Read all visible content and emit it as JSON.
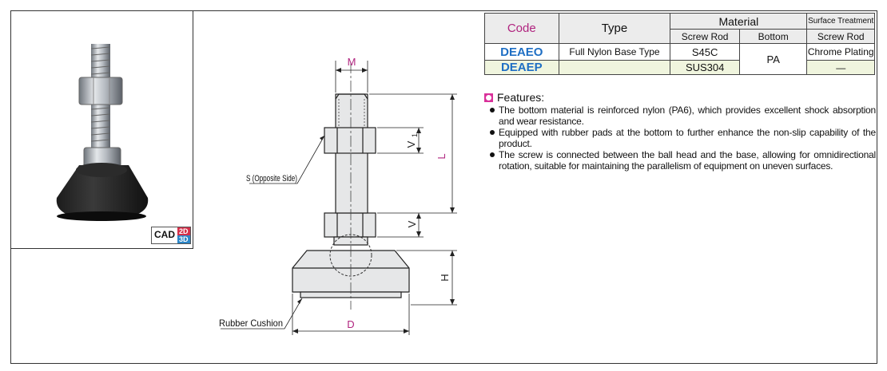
{
  "drawing_labels": {
    "m": "M",
    "v1": "V",
    "v1_sub": "1",
    "l": "L",
    "v": "V",
    "h": "H",
    "d": "D",
    "s_side": "S (Opposite Side)",
    "rubber": "Rubber Cushion"
  },
  "cad": {
    "label": "CAD",
    "d2": "2D",
    "d3": "3D"
  },
  "table": {
    "code_header": "Code",
    "type_header": "Type",
    "material_header": "Material",
    "surface_header": "Surface Treatment",
    "screw_rod": "Screw Rod",
    "bottom": "Bottom",
    "screw_rod_2": "Screw Rod",
    "rows": [
      {
        "code": "DEAEO",
        "type": "Full Nylon Base Type",
        "screw": "S45C",
        "bottom": "PA",
        "surface": "Chrome Plating"
      },
      {
        "code": "DEAEP",
        "type": "",
        "screw": "SUS304",
        "surface": "—"
      }
    ]
  },
  "features": {
    "title": "Features:",
    "items": [
      "The bottom material is reinforced nylon (PA6), which provides excellent shock absorption and wear resistance.",
      "Equipped with rubber pads at the bottom to further enhance the non-slip capability of the product.",
      "The screw is connected between the ball head and the base, allowing for omnidirectional rotation, suitable for maintaining the parallelism of equipment on uneven surfaces."
    ]
  },
  "colors": {
    "code": "#1f6fc4",
    "header_code": "#b0247f",
    "dimension": "#b0247f",
    "accent": "#d9309a"
  }
}
